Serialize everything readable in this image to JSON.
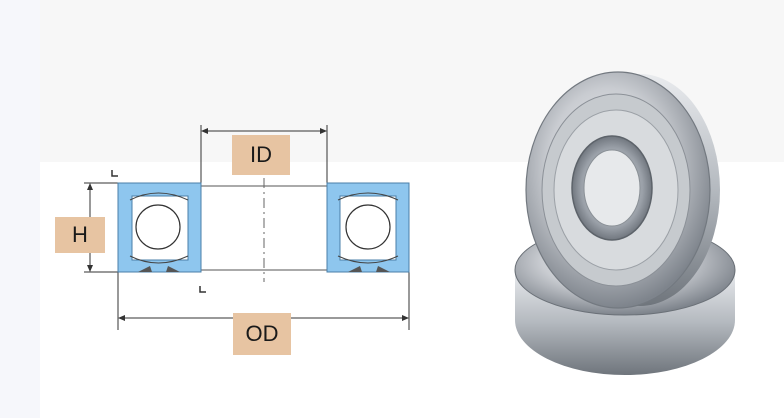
{
  "labels": {
    "inner_diameter": "ID",
    "height": "H",
    "outer_diameter": "OD"
  },
  "colors": {
    "label_fill": "#e7c4a2",
    "ring_fill": "#8ec6ee",
    "dimension_line": "#333333"
  },
  "icons": {
    "bearing_photo": "ball-bearing-photo-icon"
  }
}
